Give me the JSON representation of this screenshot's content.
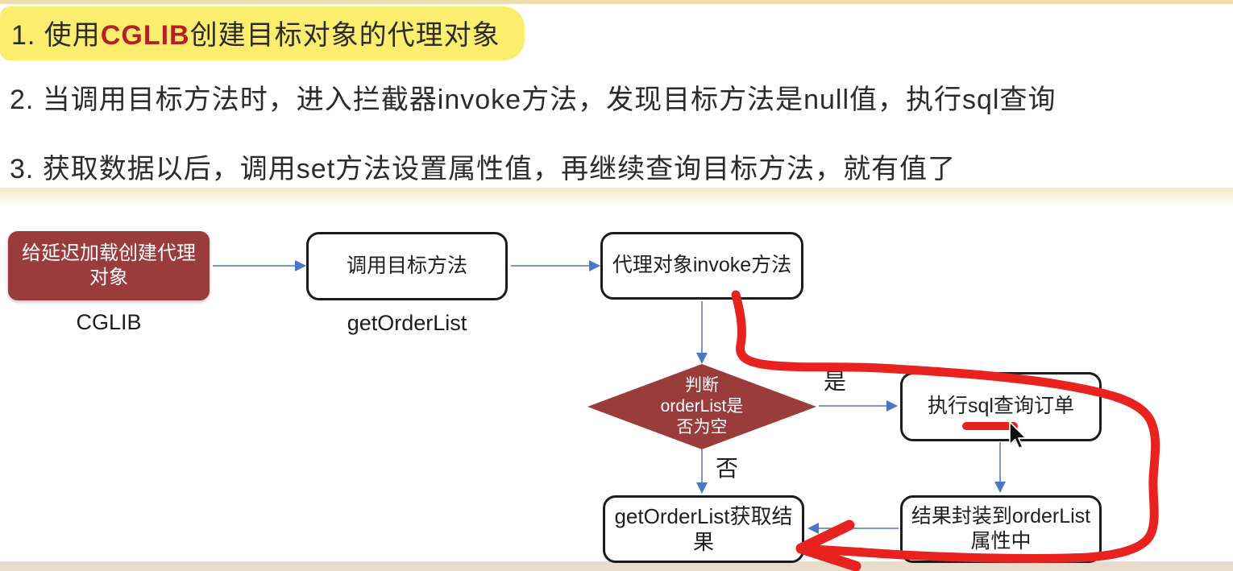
{
  "notes": {
    "line1": {
      "prefix": "1. 使用",
      "keyword": "CGLIB",
      "suffix": "创建目标对象的代理对象"
    },
    "line2": "2. 当调用目标方法时，进入拦截器invoke方法，发现目标方法是null值，执行sql查询",
    "line3": "3. 获取数据以后，调用set方法设置属性值，再继续查询目标方法，就有值了"
  },
  "flow": {
    "create_proxy": {
      "line1": "给延迟加载创建代理",
      "line2": "对象",
      "sublabel": "CGLIB"
    },
    "call_target": {
      "label": "调用目标方法",
      "sublabel": "getOrderList"
    },
    "invoke": {
      "label": "代理对象invoke方法"
    },
    "decision": {
      "lines": [
        "判断",
        "orderList是",
        "否为空"
      ]
    },
    "sql": {
      "label": "执行sql查询订单"
    },
    "wrap": {
      "line1": "结果封装到orderList",
      "line2": "属性中"
    },
    "result": {
      "label": "getOrderList获取结果"
    },
    "edge_labels": {
      "yes": "是",
      "no": "否"
    }
  },
  "colors": {
    "maroon": "#9a3b3c",
    "highlight_yellow": "#fbee6f",
    "keyword_red": "#b42025",
    "arrow_blue_line": "#7a97cd",
    "arrow_blue_head": "#4a77c4",
    "annotation_red": "#e8231f",
    "top_strip": "#ecdcae",
    "bottom_strip": "#e8ddcb"
  },
  "icons": {
    "cursor": "mouse-pointer"
  }
}
